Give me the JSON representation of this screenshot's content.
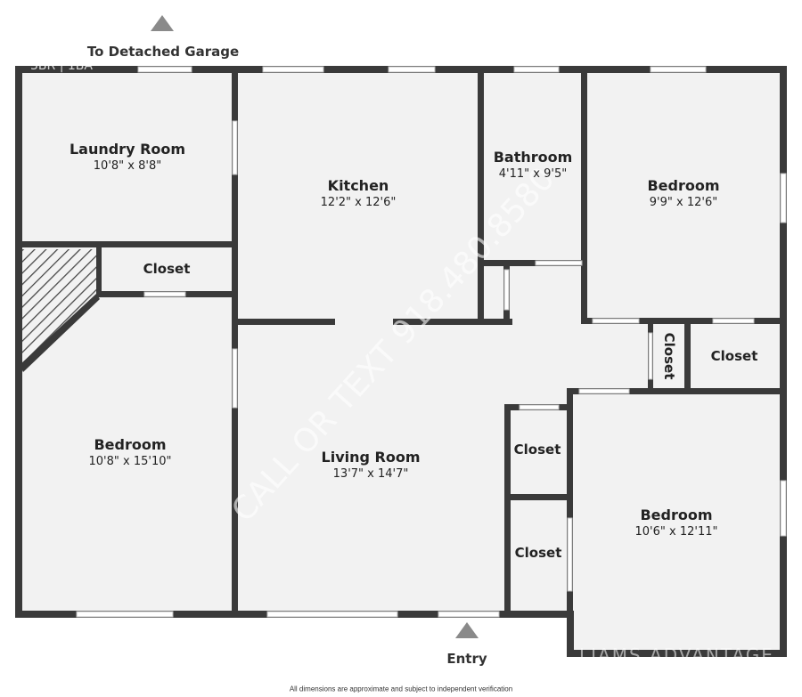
{
  "header": {
    "garage_label": "To Detached Garage",
    "corner_tag": "3BR | 1BA"
  },
  "rooms": [
    {
      "name": "Laundry Room",
      "dims": "10'8\" x 8'8\""
    },
    {
      "name": "Kitchen",
      "dims": "12'2\" x 12'6\""
    },
    {
      "name": "Bathroom",
      "dims": "4'11\" x 9'5\""
    },
    {
      "name": "Bedroom",
      "dims": "9'9\" x 12'6\""
    },
    {
      "name": "Bedroom",
      "dims": "10'8\" x 15'10\""
    },
    {
      "name": "Living Room",
      "dims": "13'7\" x 14'7\""
    },
    {
      "name": "Bedroom",
      "dims": "10'6\" x 12'11\""
    }
  ],
  "closets": [
    "Closet",
    "Closet",
    "Closet",
    "Closet",
    "Closet"
  ],
  "entry_label": "Entry",
  "watermark": {
    "phone": "CALL OR TEXT 918.480.8580",
    "brand": "LIAMS ADVANTAGE"
  },
  "footer_note": "All dimensions are approximate and subject to independent verification",
  "colors": {
    "wall": "#3a3a3a",
    "floor": "#f2f2f2",
    "window": "#ffffff",
    "arrow": "#8a8a8a"
  }
}
